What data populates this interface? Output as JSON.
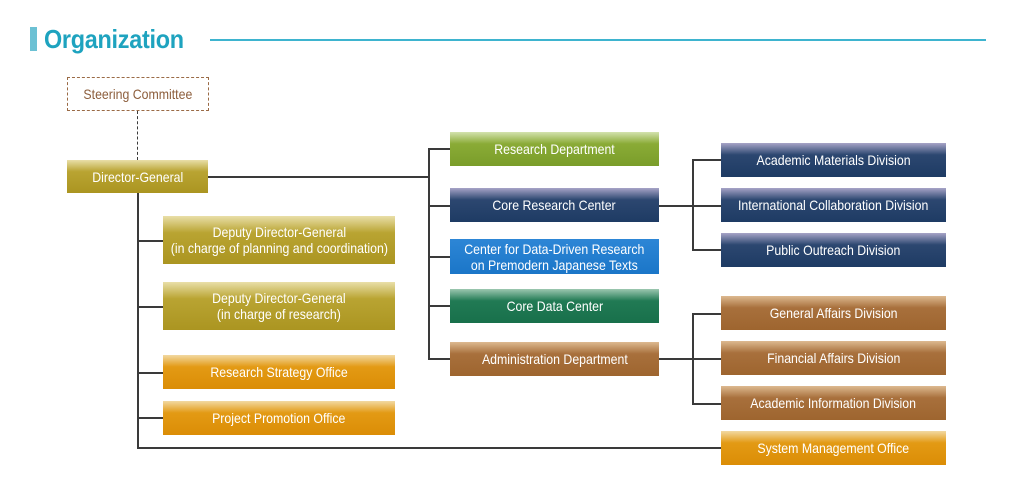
{
  "header": {
    "title": "Organization",
    "accent_color": "#1ea3bf"
  },
  "org": {
    "steering_committee": "Steering Committee",
    "director_general": "Director-General",
    "left_branch": [
      {
        "label": "Deputy Director-General\n(in charge of planning and coordination)",
        "color": "#ab9521"
      },
      {
        "label": "Deputy Director-General\n(in charge of research)",
        "color": "#ab9521"
      },
      {
        "label": "Research Strategy Office",
        "color": "#db8d06"
      },
      {
        "label": "Project Promotion Office",
        "color": "#db8d06"
      }
    ],
    "departments": [
      {
        "label": "Research Department",
        "color": "#7a9d2a"
      },
      {
        "label": "Core Research Center",
        "color": "#1e3b64"
      },
      {
        "label": "Center for Data-Driven Research\non Premodern Japanese Texts",
        "color": "#1b76c8"
      },
      {
        "label": "Core Data Center",
        "color": "#18704b"
      },
      {
        "label": "Administration Department",
        "color": "#9e652f"
      }
    ],
    "core_research_divisions": [
      {
        "label": "Academic Materials Division",
        "color": "#1e3b64"
      },
      {
        "label": "International Collaboration Division",
        "color": "#1e3b64"
      },
      {
        "label": "Public Outreach Division",
        "color": "#1e3b64"
      }
    ],
    "administration_divisions": [
      {
        "label": "General Affairs Division",
        "color": "#9e652f"
      },
      {
        "label": "Financial Affairs Division",
        "color": "#9e652f"
      },
      {
        "label": "Academic Information Division",
        "color": "#9e652f"
      }
    ],
    "system_management_office": {
      "label": "System Management Office",
      "color": "#db8d06"
    }
  }
}
